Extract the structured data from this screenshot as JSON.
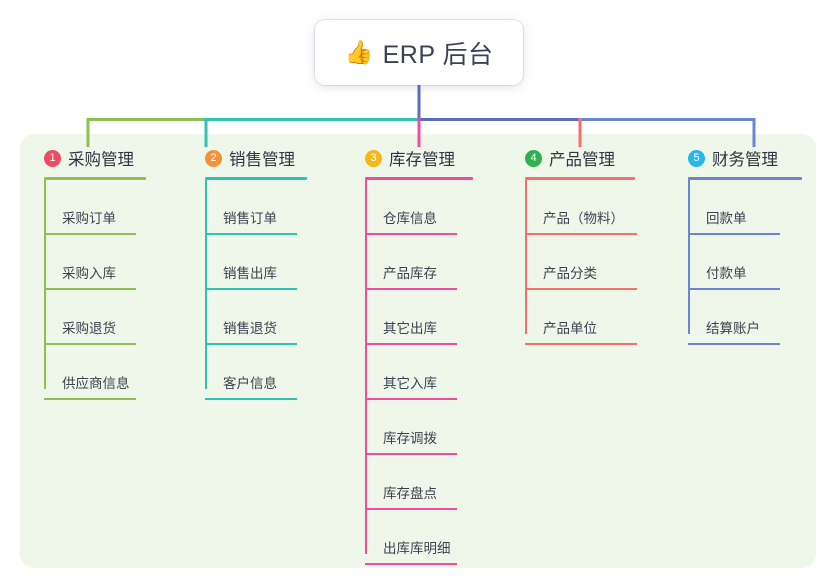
{
  "diagram": {
    "type": "mind-map",
    "root": {
      "icon": "thumbs-up-icon",
      "icon_glyph": "👍",
      "label": "ERP 后台"
    },
    "panel_color": "#eef7ea",
    "branches": [
      {
        "number": "1",
        "title": "采购管理",
        "badge_color": "#f04b62",
        "line_color": "#8cc152",
        "rule_width": 102,
        "spine_height": 209,
        "leaf_rule_width": 92,
        "items": [
          {
            "label": "采购订单"
          },
          {
            "label": "采购入库"
          },
          {
            "label": "采购退货"
          },
          {
            "label": "供应商信息"
          }
        ]
      },
      {
        "number": "2",
        "title": "销售管理",
        "badge_color": "#f39237",
        "line_color": "#2fc3b4",
        "rule_width": 102,
        "spine_height": 209,
        "leaf_rule_width": 92,
        "items": [
          {
            "label": "销售订单"
          },
          {
            "label": "销售出库"
          },
          {
            "label": "销售退货"
          },
          {
            "label": "客户信息"
          }
        ]
      },
      {
        "number": "3",
        "title": "库存管理",
        "badge_color": "#f5b819",
        "line_color": "#ed4e9e",
        "rule_width": 108,
        "spine_height": 374,
        "leaf_rule_width": 92,
        "items": [
          {
            "label": "仓库信息"
          },
          {
            "label": "产品库存"
          },
          {
            "label": "其它出库"
          },
          {
            "label": "其它入库"
          },
          {
            "label": "库存调拨"
          },
          {
            "label": "库存盘点"
          },
          {
            "label": "出库库明细"
          }
        ]
      },
      {
        "number": "4",
        "title": "产品管理",
        "badge_color": "#2bb24c",
        "line_color": "#f5706b",
        "rule_width": 110,
        "spine_height": 154,
        "leaf_rule_width": 112,
        "items": [
          {
            "label": "产品（物料）"
          },
          {
            "label": "产品分类"
          },
          {
            "label": "产品单位"
          }
        ]
      },
      {
        "number": "5",
        "title": "财务管理",
        "badge_color": "#29b6e8",
        "line_color": "#6b85d6",
        "rule_width": 114,
        "spine_height": 154,
        "leaf_rule_width": 92,
        "items": [
          {
            "label": "回款单"
          },
          {
            "label": "付款单"
          },
          {
            "label": "结算账户"
          }
        ]
      }
    ]
  }
}
